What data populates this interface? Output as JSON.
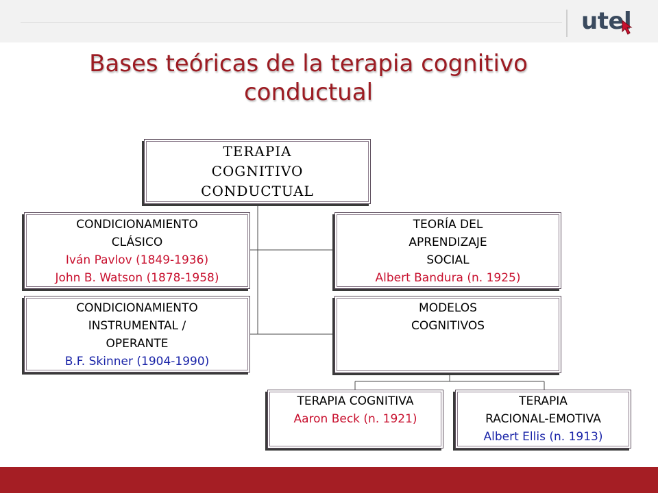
{
  "brand": {
    "logo_text": "utel",
    "accent_color": "#a51e24",
    "title_color": "#9c1b22",
    "cursor_icon": "cursor-arrow-icon"
  },
  "title": {
    "line1": "Bases teóricas de la terapia cognitivo",
    "line2": "conductual"
  },
  "diagram": {
    "root": {
      "lines": [
        "TERAPIA",
        "COGNITIVO",
        "CONDUCTUAL"
      ]
    },
    "clasico": {
      "lines": [
        "CONDICIONAMIENTO",
        "CLÁSICO"
      ],
      "authors": [
        "Iván Pavlov (1849-1936)",
        "John B. Watson (1878-1958)"
      ]
    },
    "instrumental": {
      "lines": [
        "CONDICIONAMIENTO",
        "INSTRUMENTAL /",
        "OPERANTE"
      ],
      "authors": [
        "B.F. Skinner (1904-1990)"
      ]
    },
    "social": {
      "lines": [
        "TEORÍA DEL",
        "APRENDIZAJE",
        "SOCIAL"
      ],
      "authors": [
        "Albert Bandura (n. 1925)"
      ]
    },
    "cognitivos": {
      "lines": [
        "MODELOS",
        "COGNITIVOS"
      ]
    },
    "cognitiva": {
      "lines": [
        "TERAPIA COGNITIVA"
      ],
      "authors": [
        "Aaron Beck (n. 1921)"
      ]
    },
    "racional": {
      "lines": [
        "TERAPIA",
        "RACIONAL-EMOTIVA"
      ],
      "authors": [
        "Albert Ellis (n. 1913)"
      ]
    }
  }
}
